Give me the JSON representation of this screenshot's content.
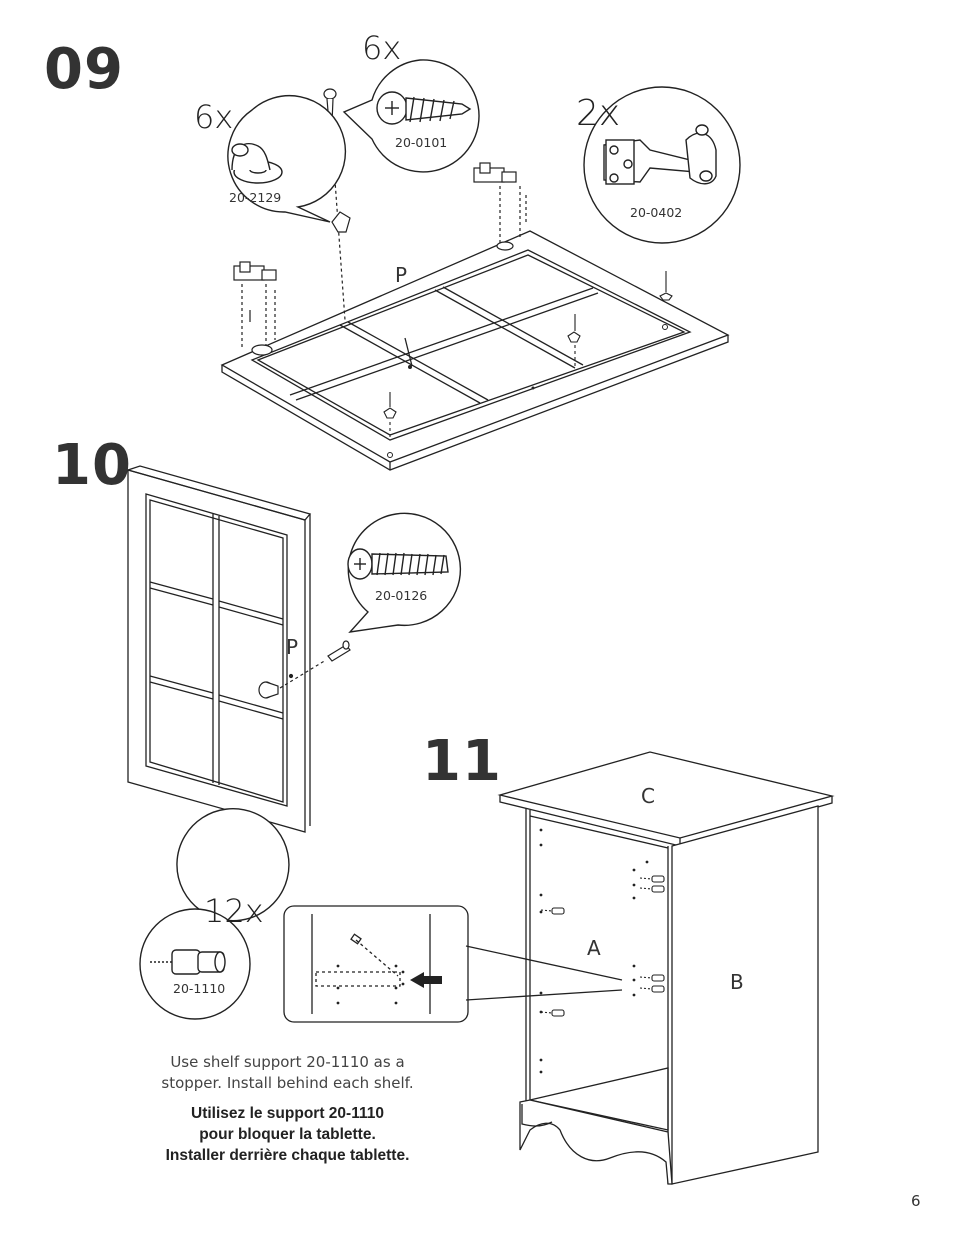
{
  "page_number": "6",
  "steps": [
    {
      "number": "09",
      "panel_label": "P",
      "hardware": [
        {
          "qty": "6x",
          "code": "20-0101",
          "icon": "pan-head-screw-icon"
        },
        {
          "qty": "6x",
          "code": "20-2129",
          "icon": "door-knob-clip-icon"
        },
        {
          "qty": "2x",
          "code": "20-0402",
          "icon": "hinge-icon"
        }
      ]
    },
    {
      "number": "10",
      "panel_label": "P",
      "hardware": [
        {
          "code": "20-0126",
          "icon": "machine-screw-icon"
        }
      ]
    },
    {
      "number": "11",
      "labels": {
        "top": "C",
        "left": "A",
        "side": "B"
      },
      "hardware": [
        {
          "qty": "12x",
          "code": "20-1110",
          "icon": "shelf-support-pin-icon"
        }
      ],
      "note_en": "Use shelf support 20-1110 as a stopper. Install behind each shelf.",
      "note_fr": [
        "Utilisez le support 20-1110",
        "pour bloquer la tablette.",
        "Installer derrière chaque tablette."
      ]
    }
  ]
}
